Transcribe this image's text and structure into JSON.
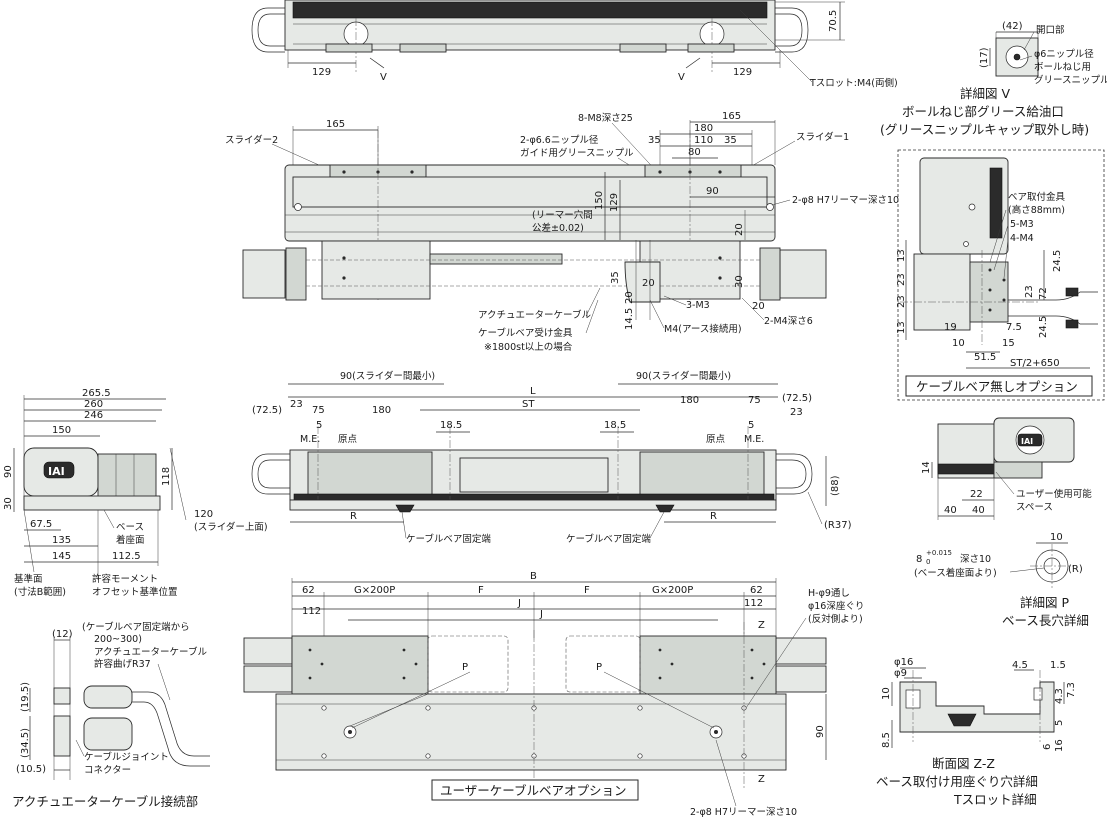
{
  "brand": "IAI",
  "top_view": {
    "dims": [
      "70.5",
      "129",
      "129"
    ],
    "section_marks": [
      "V",
      "V"
    ],
    "tslot": "Tスロット:M4(両側)"
  },
  "detail_v": {
    "dims": [
      "(42)",
      "(17)"
    ],
    "notes": [
      "開口部",
      "φ6ニップル径",
      "ボールねじ用",
      "グリースニップル"
    ],
    "caption": [
      "詳細図 V",
      "ボールねじ部グリース給油口",
      "(グリースニップルキャップ取外し時)"
    ]
  },
  "front_view": {
    "dims": [
      "165",
      "165",
      "180",
      "35",
      "110",
      "35",
      "80",
      "90",
      "150",
      "129",
      "20",
      "35",
      "20",
      "14.5",
      "30",
      "20",
      "20"
    ],
    "labels": [
      "スライダー2",
      "スライダー1",
      "8-M8深さ25",
      "2-φ6.6ニップル径",
      "ガイド用グリースニップル",
      "2-φ8 H7リーマー深さ10",
      "(リーマー穴間",
      "公差±0.02)",
      "3-M3",
      "2-M4深さ6",
      "M4(アース接続用)",
      "アクチュエーターケーブル",
      "ケーブルベア受け金具",
      "※1800st以上の場合"
    ]
  },
  "option_no_bear": {
    "labels": [
      "ベア取付金具",
      "(高さ88mm)",
      "5-M3",
      "4-M4"
    ],
    "dims": [
      "13",
      "23",
      "23",
      "13",
      "24.5",
      "23",
      "72",
      "24.5",
      "19",
      "7.5",
      "10",
      "15",
      "51.5",
      "ST/2+650"
    ],
    "caption": "ケーブルベア無しオプション"
  },
  "side_view": {
    "dims": [
      "265.5",
      "260",
      "246",
      "150",
      "90",
      "30",
      "118",
      "67.5",
      "135",
      "145",
      "112.5",
      "120"
    ],
    "labels": [
      "(スライダー上面)",
      "ベース",
      "着座面",
      "基準面",
      "(寸法B範囲)",
      "許容モーメント",
      "オフセット基準位置"
    ]
  },
  "plan_view": {
    "dims": [
      "90(スライダー間最小)",
      "90(スライダー間最小)",
      "L",
      "ST",
      "(72.5)",
      "(72.5)",
      "23",
      "23",
      "75",
      "75",
      "180",
      "180",
      "5",
      "5",
      "18.5",
      "18.5",
      "(88)",
      "R",
      "R",
      "(R37)"
    ],
    "labels": [
      "M.E.",
      "原点",
      "原点",
      "M.E.",
      "ケーブルベア固定端",
      "ケーブルベア固定端"
    ]
  },
  "end_detail": {
    "dims": [
      "14",
      "22",
      "40",
      "40"
    ],
    "labels": [
      "ユーザー使用可能",
      "スペース"
    ]
  },
  "detail_p": {
    "dims": [
      "10",
      "8",
      "+0.015",
      "0",
      "(R)"
    ],
    "labels": [
      "深さ10",
      "(ベース着座面より)"
    ],
    "caption": [
      "詳細図 P",
      "ベース長穴詳細"
    ]
  },
  "cable_connection": {
    "dims": [
      "(12)",
      "(19.5)",
      "(34.5)",
      "(10.5)"
    ],
    "labels": [
      "(ケーブルベア固定端から",
      "200~300)",
      "アクチュエーターケーブル",
      "許容曲げR37",
      "ケーブルジョイント",
      "コネクター"
    ],
    "caption": "アクチュエーターケーブル接続部"
  },
  "bottom_view": {
    "dims": [
      "B",
      "62",
      "62",
      "G×200P",
      "G×200P",
      "F",
      "F",
      "112",
      "112",
      "J",
      "J",
      "90"
    ],
    "labels": [
      "H-φ9通し",
      "φ16深座ぐり",
      "(反対側より)",
      "P",
      "P",
      "Z",
      "Z",
      "2-φ8 H7リーマー深さ10"
    ],
    "caption": "ユーザーケーブルベアオプション"
  },
  "section_zz": {
    "dims": [
      "φ16",
      "φ9",
      "4.5",
      "1.5",
      "10",
      "8.5",
      "7.3",
      "4.3",
      "5",
      "16",
      "6"
    ],
    "caption": [
      "断面図 Z-Z",
      "ベース取付け用座ぐり穴詳細",
      "Tスロット詳細"
    ]
  }
}
